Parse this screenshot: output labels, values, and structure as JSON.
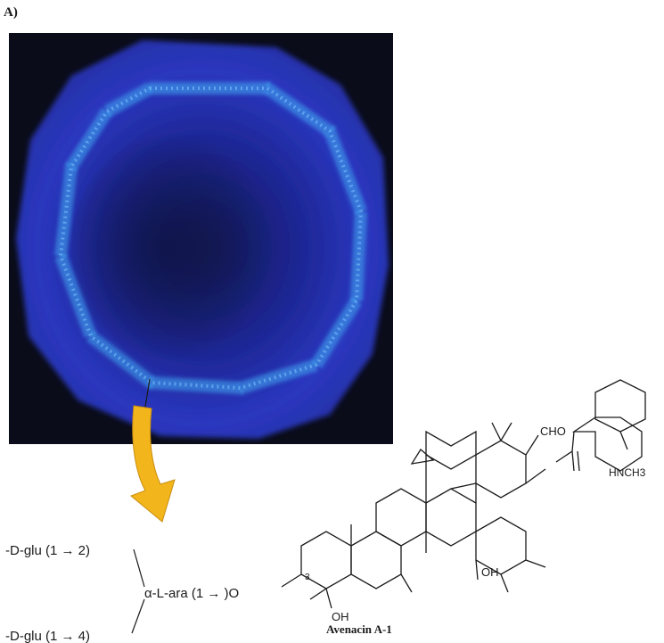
{
  "panel_label": "A)",
  "sugars": {
    "glu_top": "-D-glu (1 → 2)",
    "ara": "α-L-ara (1 → )O",
    "glu_bottom": "-D-glu (1 → 4)"
  },
  "groups": {
    "cho": "CHO",
    "nhch3": "HNCH3",
    "oh_upper": "OH",
    "oh_lower": "OH",
    "position_3": "3"
  },
  "compound_name": "Avenacin A-1",
  "colors": {
    "micrograph_bg": "#0a0c1a",
    "fluorescence": "#3fa2ee",
    "root_tissue": "#2a37c0",
    "arrow": "#f2b51b"
  }
}
